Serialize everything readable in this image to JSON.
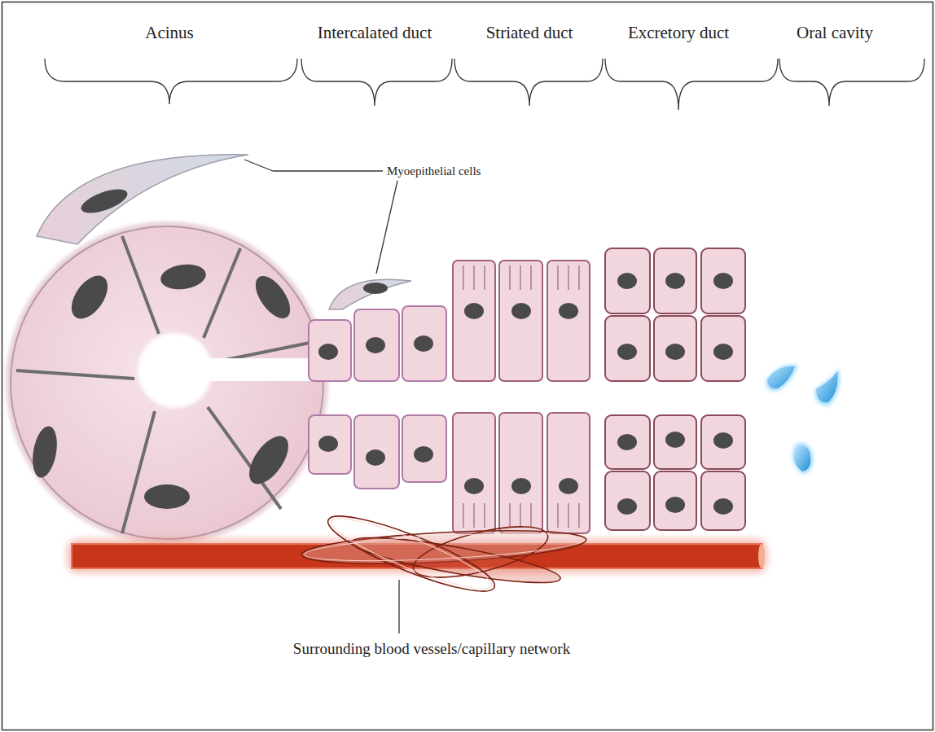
{
  "diagram": {
    "labels": [
      "Acinus",
      "Intercalated duct",
      "Striated duct",
      "Excretory duct",
      "Oral cavity",
      "Myoepithelial cells",
      "Surrounding blood vessels/capillary network"
    ]
  }
}
